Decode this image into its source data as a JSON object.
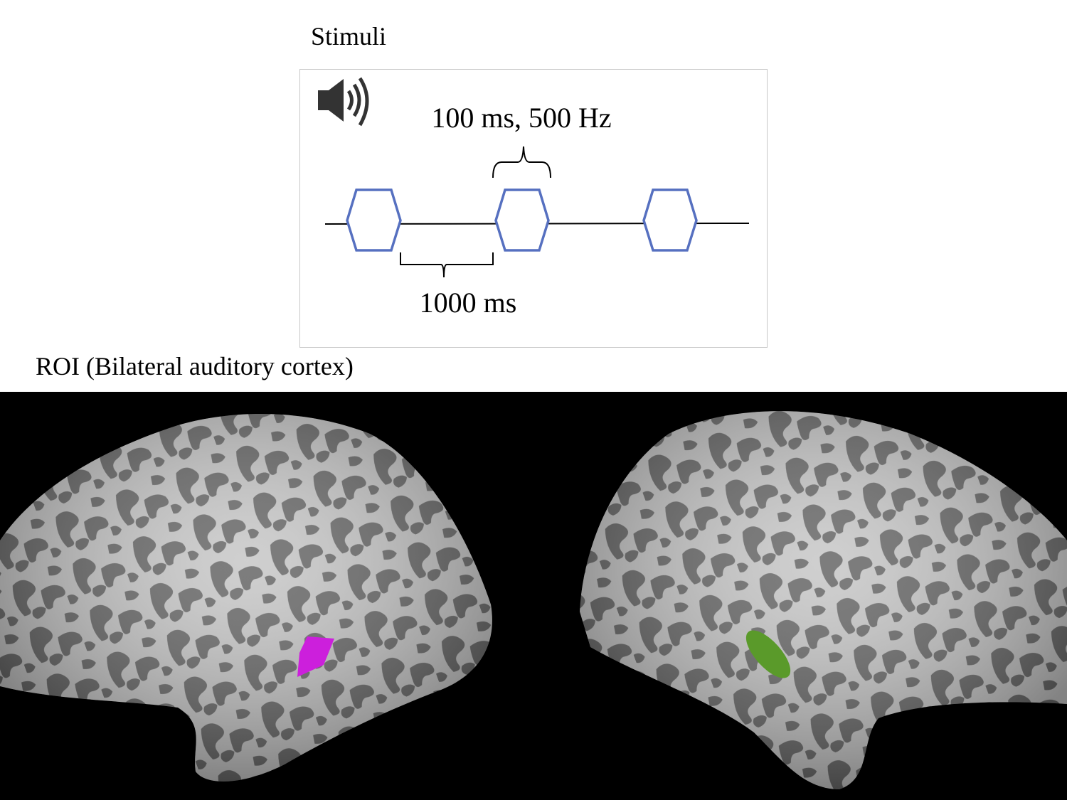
{
  "stimuli": {
    "title": "Stimuli",
    "tone_label": "100 ms, 500 Hz",
    "interval_label": "1000 ms",
    "icon": "speaker-icon",
    "tone_count": 3,
    "tone_color": "#5670c0"
  },
  "roi": {
    "title": "ROI (Bilateral auditory cortex)",
    "left_roi_color": "#cc1fdc",
    "right_roi_color": "#5a9a2a"
  }
}
